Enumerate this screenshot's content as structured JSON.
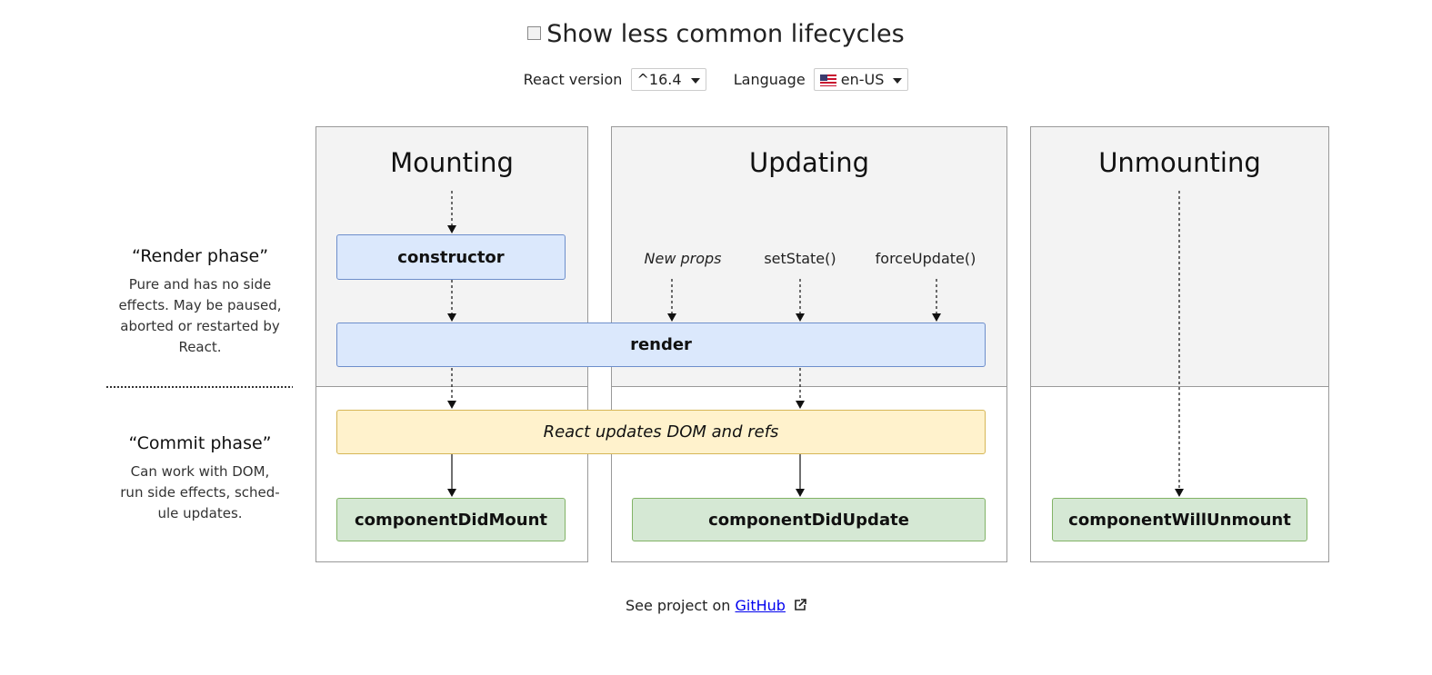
{
  "toggle": {
    "label": "Show less common lifecycles",
    "checked": false
  },
  "controls": {
    "version_label": "React version",
    "version_value": "^16.4",
    "language_label": "Language",
    "language_value": "en-US"
  },
  "columns": {
    "mounting": "Mounting",
    "updating": "Updating",
    "unmounting": "Unmounting"
  },
  "methods": {
    "constructor": "constructor",
    "render": "render",
    "dom_update": "React updates DOM and refs",
    "did_mount": "componentDidMount",
    "did_update": "componentDidUpdate",
    "will_unmount": "componentWillUnmount"
  },
  "triggers": {
    "new_props": "New props",
    "set_state": "setState()",
    "force_update": "forceUpdate()"
  },
  "phases": {
    "render_title": "“Render phase”",
    "render_desc_1": "Pure and has no side",
    "render_desc_2": "effects. May be paused,",
    "render_desc_3": "aborted or restarted by",
    "render_desc_4": "React.",
    "commit_title": "“Commit phase”",
    "commit_desc_1": "Can work with DOM,",
    "commit_desc_2": "run side effects, sched-",
    "commit_desc_3": "ule updates."
  },
  "footer": {
    "prefix": "See project on",
    "link": "GitHub"
  },
  "icons": {
    "external_link": "external-link-icon",
    "flag": "us-flag-icon",
    "dropdown": "chevron-down-icon"
  }
}
